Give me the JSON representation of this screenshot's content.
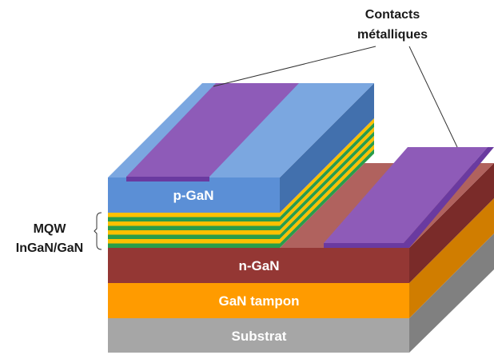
{
  "labels": {
    "contacts_line1": "Contacts",
    "contacts_line2": "métalliques",
    "mqw_line1": "MQW",
    "mqw_line2": "InGaN/GaN",
    "p_gan": "p-GaN",
    "n_gan": "n-GaN",
    "gan_tampon": "GaN tampon",
    "substrat": "Substrat"
  },
  "colors": {
    "p_gan_front": "#5b8fd6",
    "p_gan_top": "#7ba7e0",
    "p_gan_side": "#4270ad",
    "n_gan_front": "#943734",
    "n_gan_top": "#b0625e",
    "n_gan_side": "#7a2b29",
    "tampon_front": "#ff9b00",
    "tampon_side": "#d07d00",
    "substrat_front": "#a6a6a6",
    "substrat_side": "#808080",
    "mqw_green": "#2a9d4a",
    "mqw_yellow": "#ffc000",
    "contact_top": "#8e5bb8",
    "contact_edge": "#6a3aa0"
  }
}
